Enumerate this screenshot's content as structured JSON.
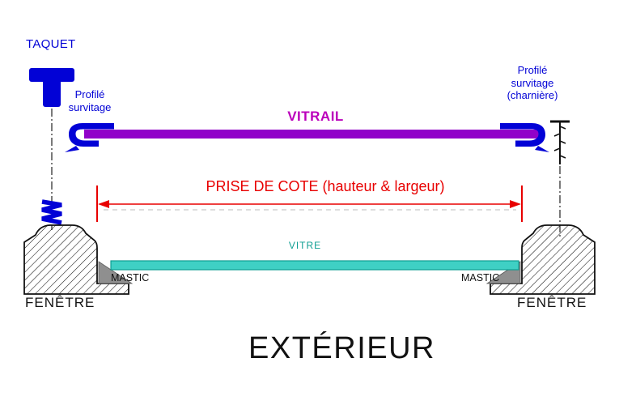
{
  "labels": {
    "taquet": "TAQUET",
    "profile_left": {
      "line1": "Profilé",
      "line2": "survitage"
    },
    "vitrail": "VITRAIL",
    "profile_right": {
      "line1": "Profilé",
      "line2": "survitage",
      "line3": "(charnière)"
    },
    "prise_de_cote": "PRISE DE COTE (hauteur & largeur)",
    "vitre": "VITRE",
    "mastic_left": "MASTIC",
    "mastic_right": "MASTIC",
    "fenetre_left": "FENÊTRE",
    "fenetre_right": "FENÊTRE",
    "exterieur": "EXTÉRIEUR"
  },
  "colors": {
    "blue": "#0202D6",
    "purple": "#9101C9",
    "magenta": "#BB00BB",
    "red": "#E80000",
    "teal": "#0E9E92",
    "teal_fill": "#3FD0C4",
    "gray": "#8F8F8F"
  }
}
